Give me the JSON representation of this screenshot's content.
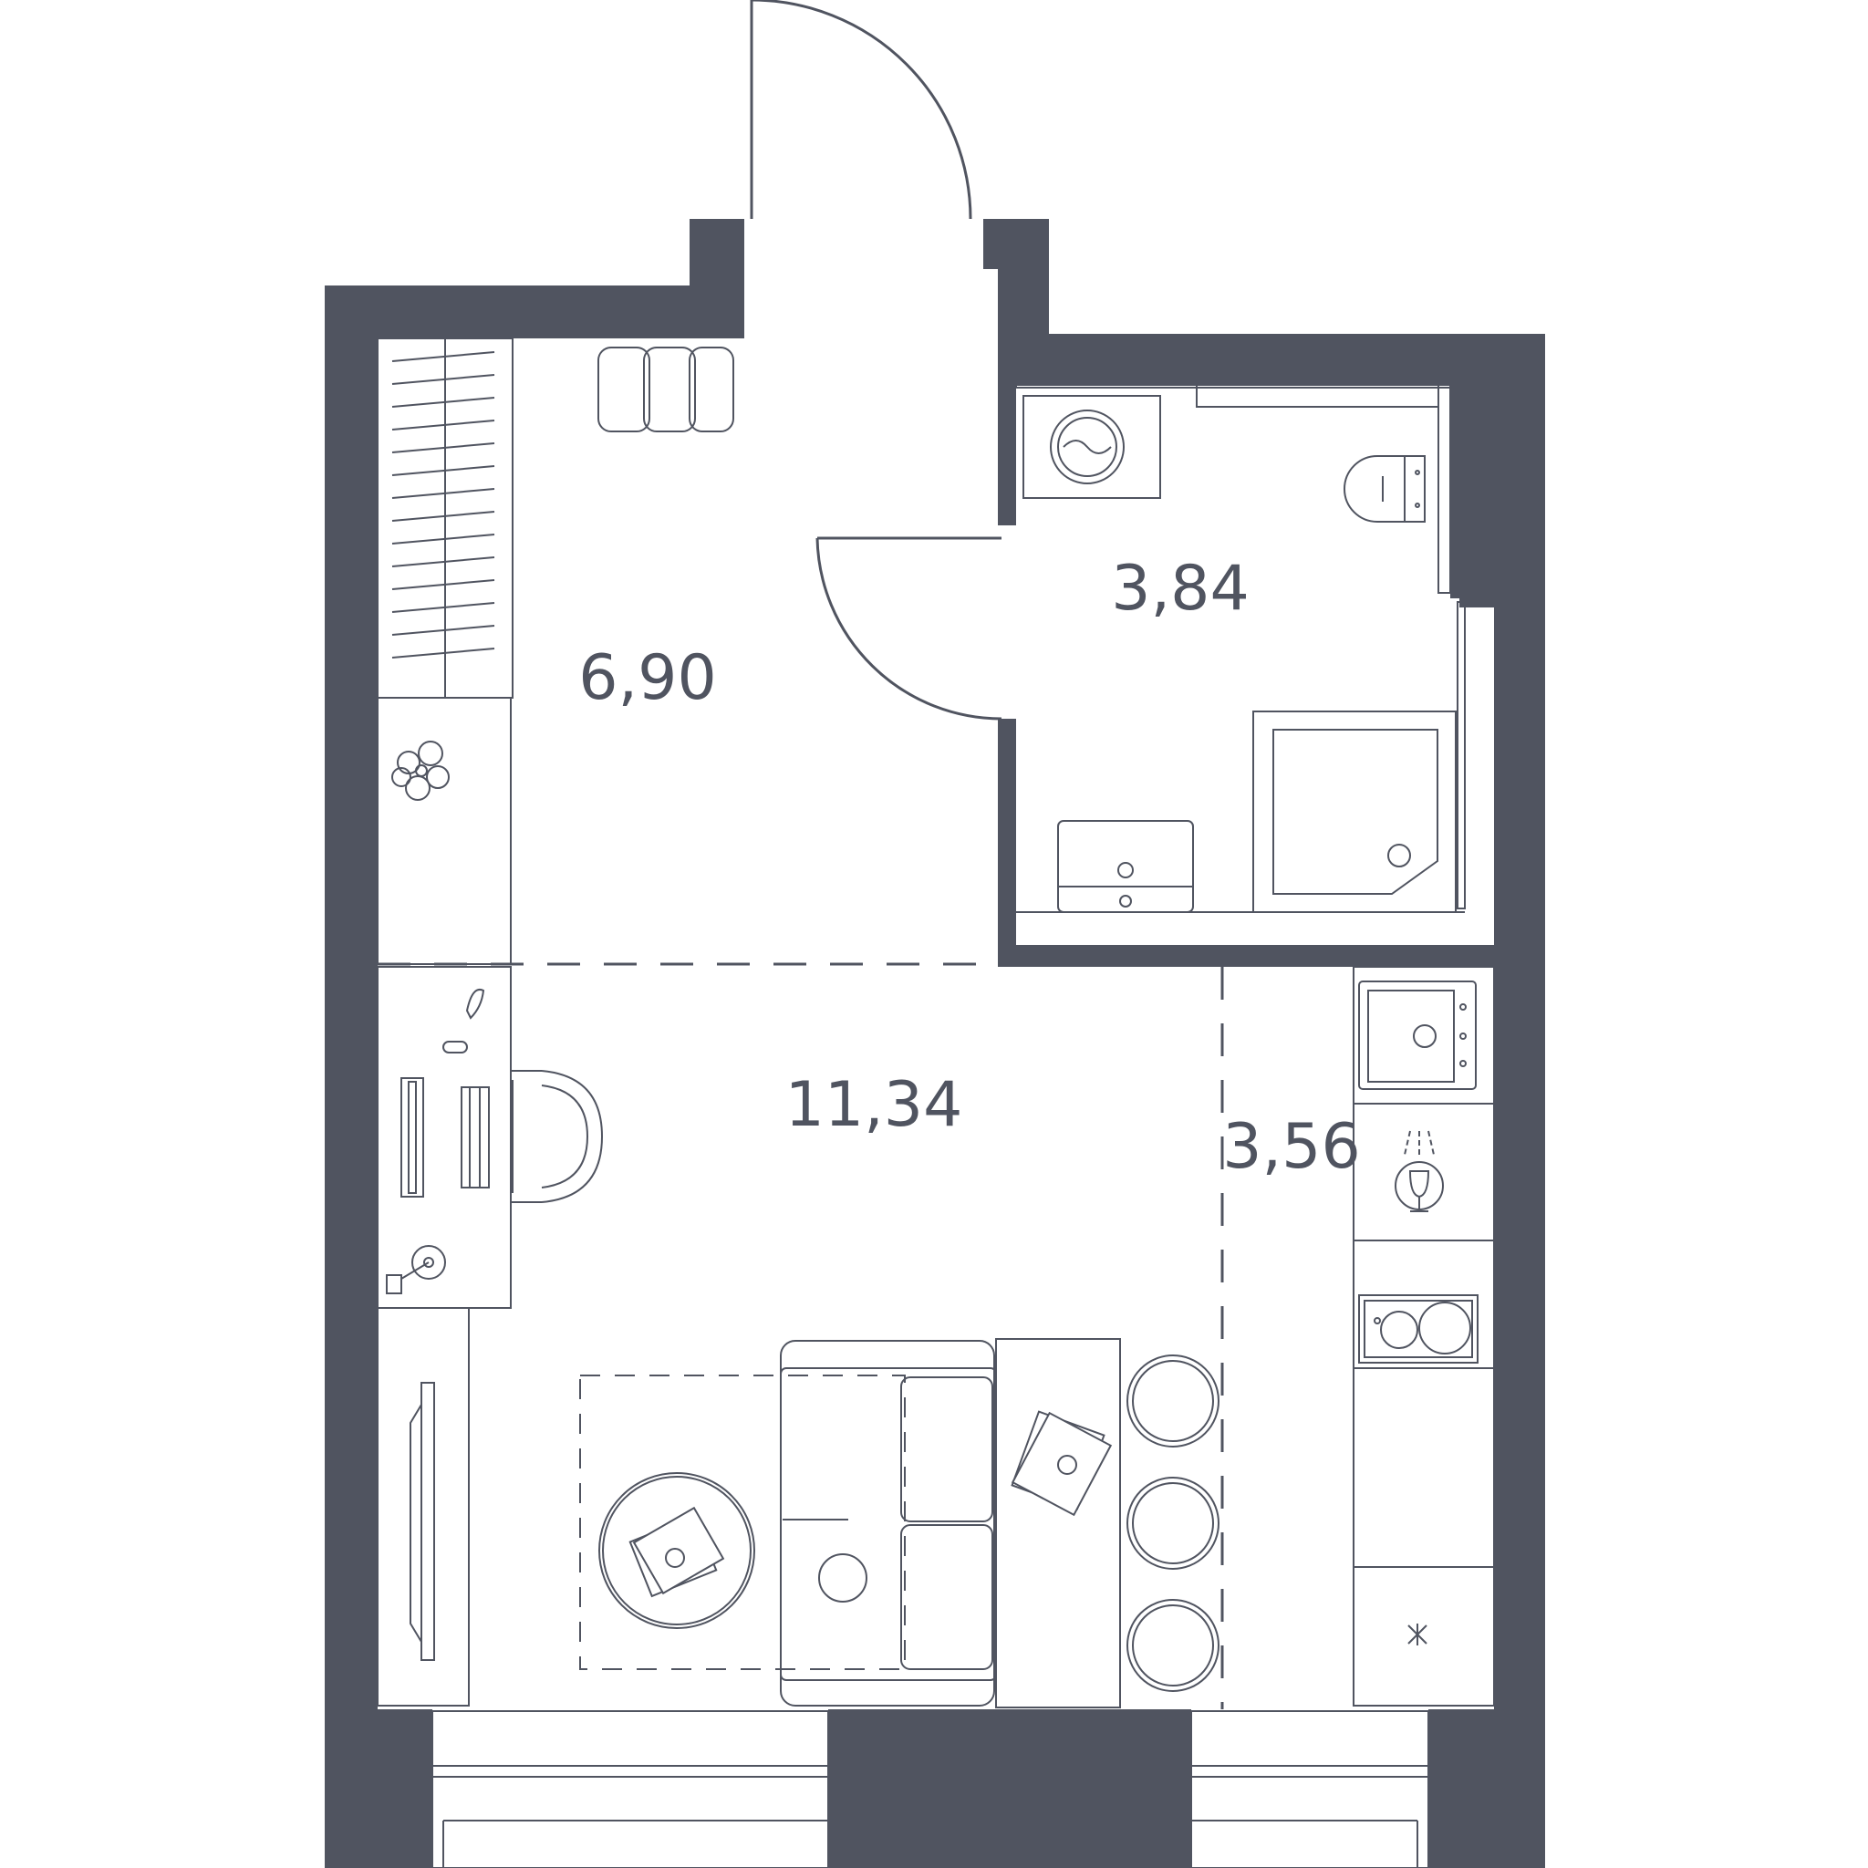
{
  "floorplan": {
    "colors": {
      "wall": "#505460",
      "background": "#ffffff"
    },
    "rooms": [
      {
        "id": "hallway",
        "area_label": "6,90"
      },
      {
        "id": "bathroom",
        "area_label": "3,84"
      },
      {
        "id": "living-room",
        "area_label": "11,34"
      },
      {
        "id": "kitchen",
        "area_label": "3,56"
      }
    ],
    "furniture_icons": [
      "wardrobe-icon",
      "pouf-icon",
      "plant-icon",
      "washing-machine-icon",
      "toilet-icon",
      "shower-tray-icon",
      "bathroom-sink-icon",
      "desk-icon",
      "monitor-icon",
      "keyboard-icon",
      "office-chair-icon",
      "desk-lamp-icon",
      "tv-console-icon",
      "sofa-icon",
      "coffee-table-icon",
      "bar-counter-icon",
      "bar-stool-icon",
      "kitchen-sink-icon",
      "kitchen-faucet-icon",
      "cooktop-icon"
    ]
  }
}
